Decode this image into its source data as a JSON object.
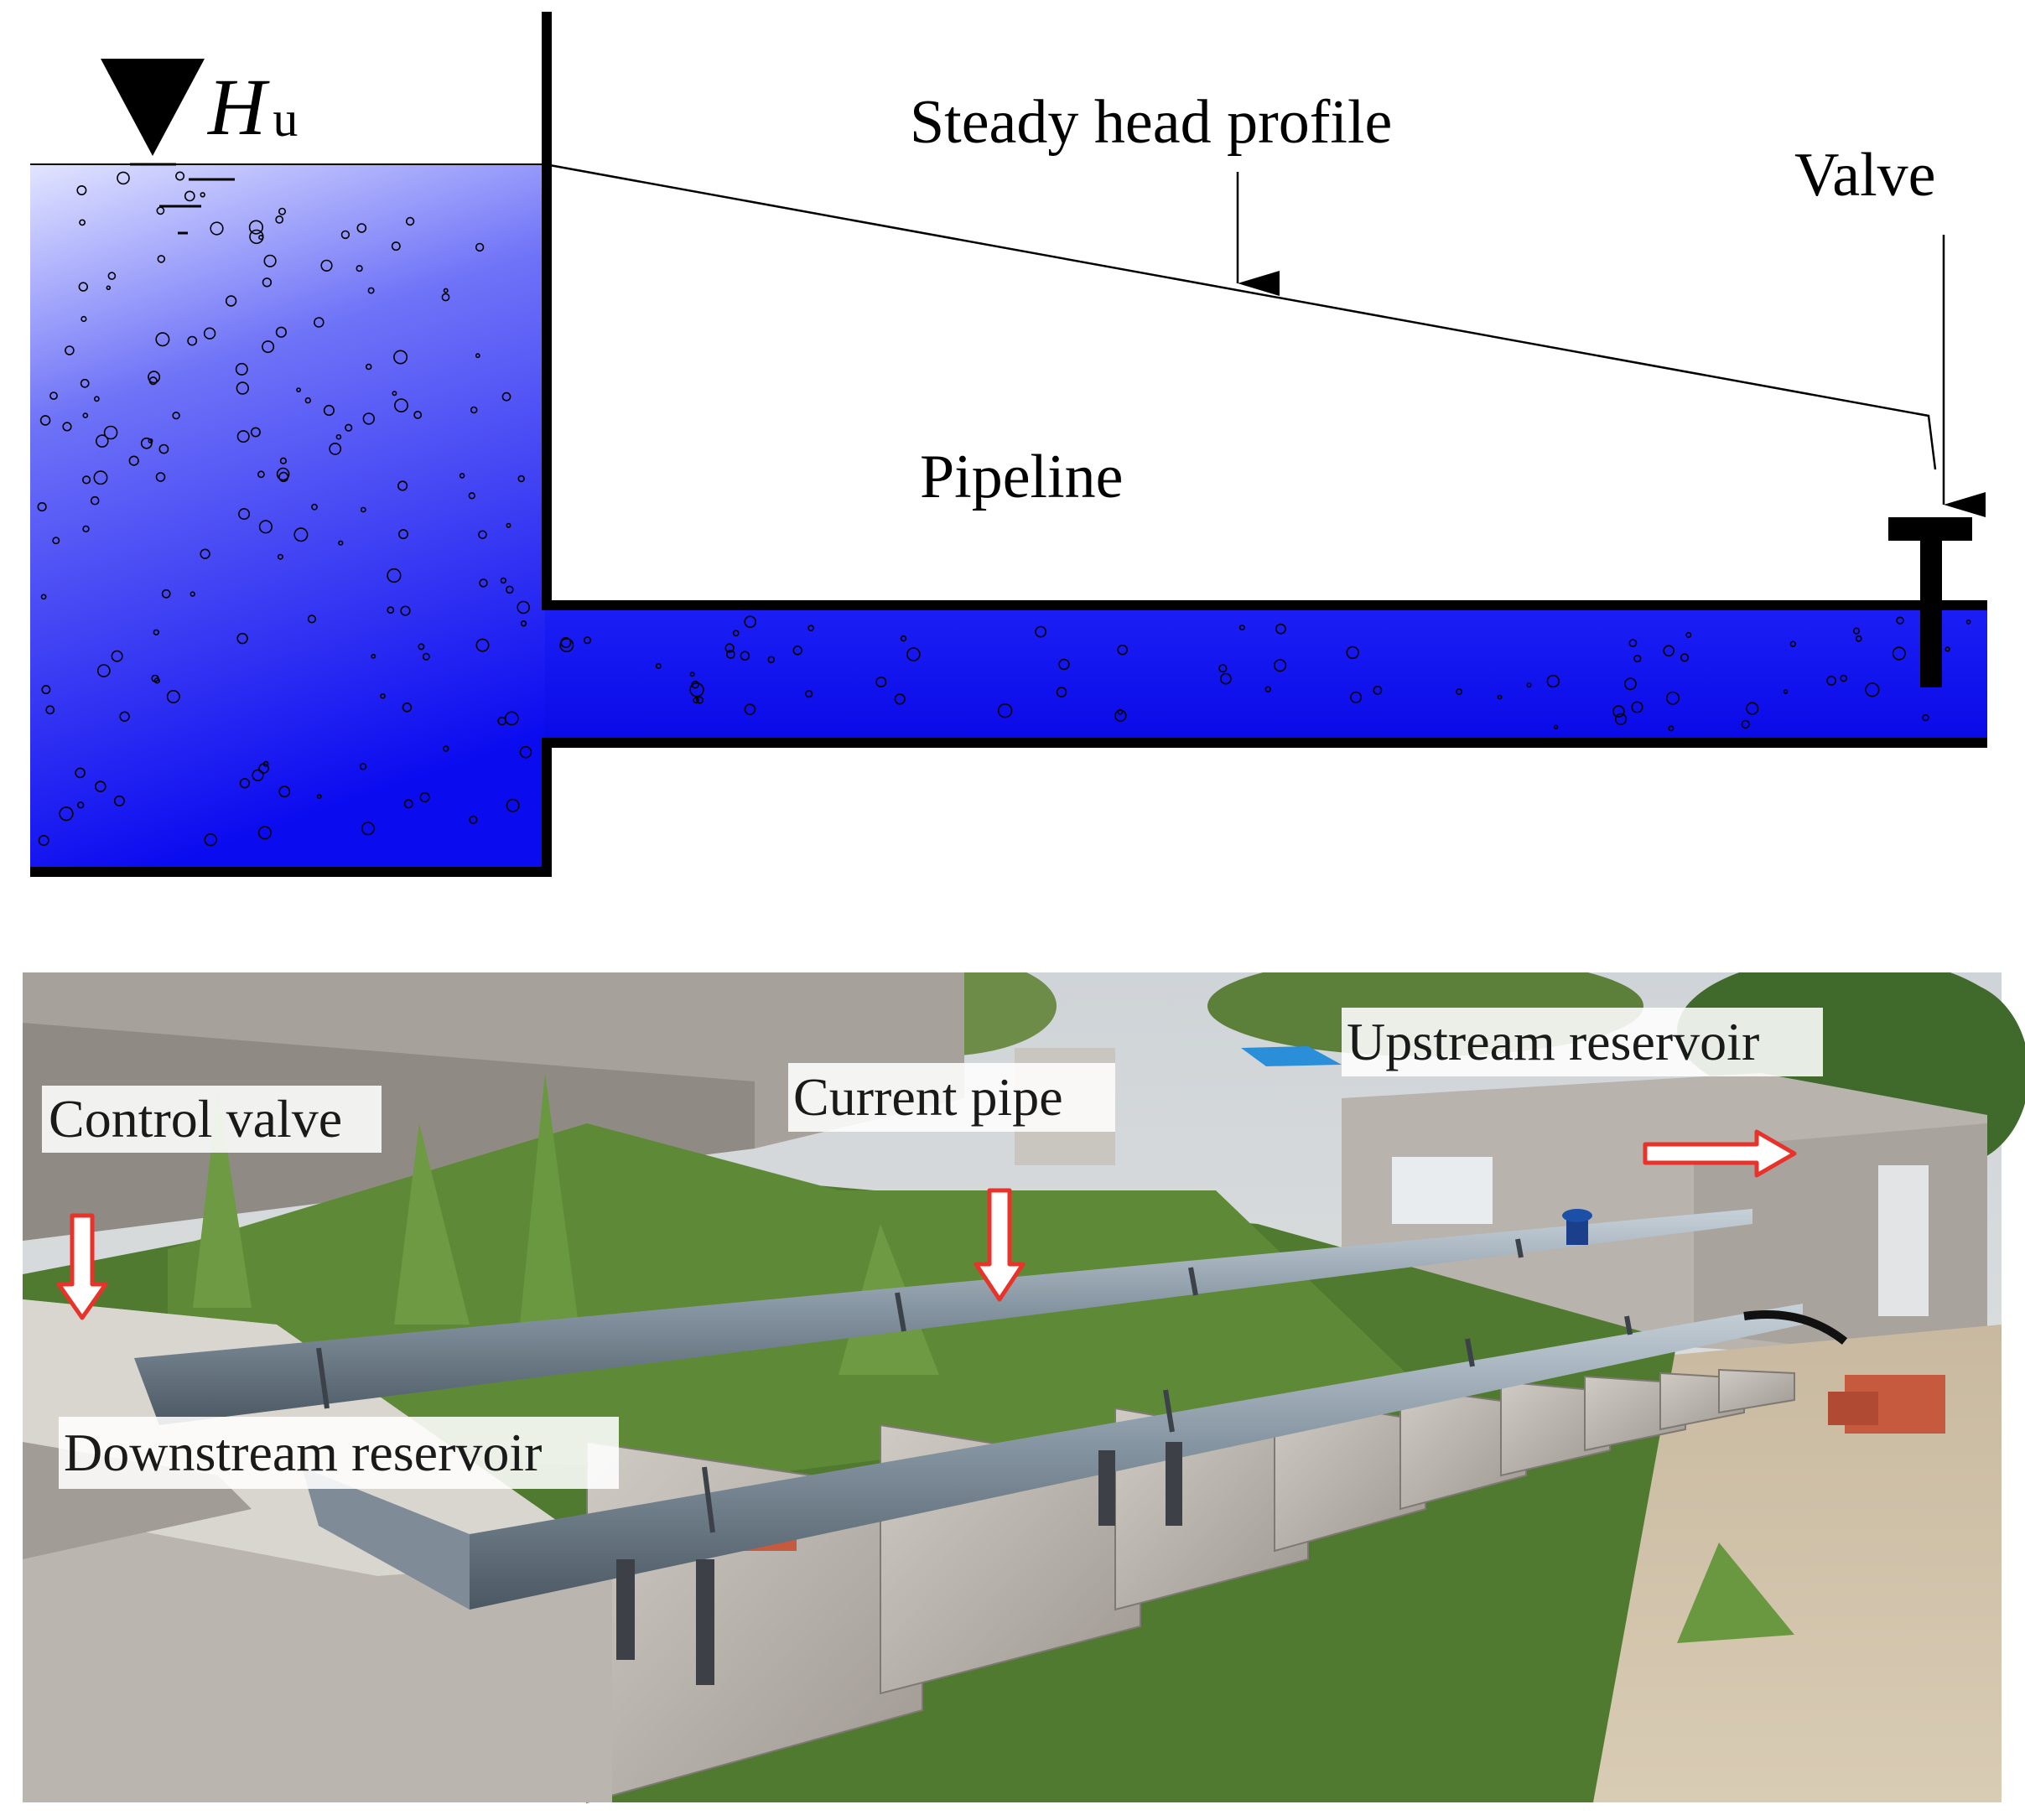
{
  "diagram": {
    "head_symbol": "H",
    "head_subscript": "u",
    "steady_head_label": "Steady head profile",
    "valve_label": "Valve",
    "pipeline_label": "Pipeline",
    "colors": {
      "water_top": "#d7dbff",
      "water_bottom": "#0a0af0",
      "pipe_water": "#0c10f2",
      "walls": "#000000"
    }
  },
  "photo": {
    "labels": {
      "control_valve": "Control valve",
      "current_pipe": "Current pipe",
      "upstream_reservoir": "Upstream reservoir",
      "downstream_reservoir": "Downstream reservoir"
    },
    "colors": {
      "arrow_fill": "#ffffff",
      "arrow_outline": "#e8322a",
      "pipe": "#8c9aa6",
      "concrete": "#b9b4ad",
      "grass": "#4f7a2f",
      "sky": "#d9dde3"
    }
  }
}
